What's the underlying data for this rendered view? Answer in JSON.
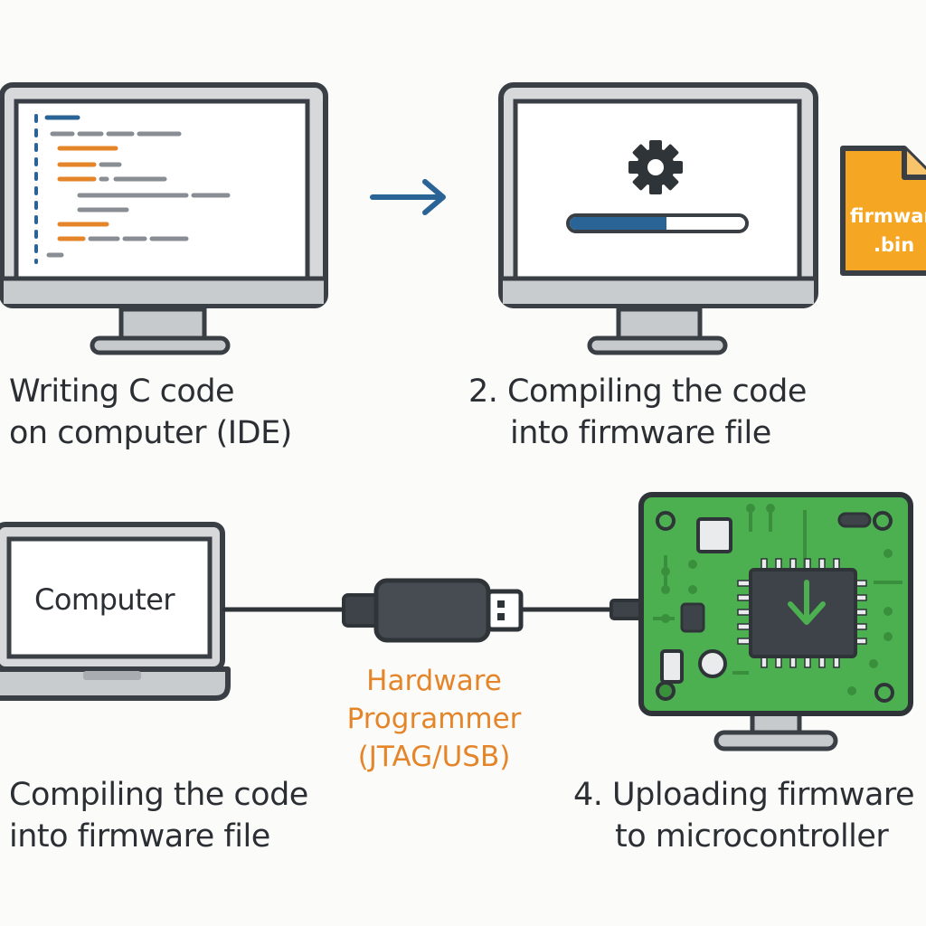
{
  "step1": {
    "caption_line1": "Writing C code",
    "caption_line2": "on computer (IDE)"
  },
  "step2": {
    "caption_line1": "2. Compiling the code",
    "caption_line2": "into firmware file",
    "progress_fraction": 0.55
  },
  "file": {
    "name_line1": "firmware",
    "name_line2": ".bin"
  },
  "step3": {
    "laptop_label": "Computer",
    "caption_line1": "Compiling the code",
    "caption_line2": "into firmware file"
  },
  "programmer": {
    "line1": "Hardware",
    "line2": "Programmer",
    "line3": "(JTAG/USB)"
  },
  "step4": {
    "caption_line1": "4. Uploading firmware",
    "caption_line2": "to microcontroller"
  },
  "colors": {
    "outline": "#3a3f45",
    "accent_blue": "#2a6496",
    "accent_orange": "#e5852a",
    "file_orange": "#f5a623",
    "board_green": "#4caf50",
    "chip_dark": "#3d4348"
  },
  "icons": [
    "monitor-icon",
    "gear-icon",
    "arrow-right-icon",
    "file-icon",
    "laptop-icon",
    "usb-programmer-icon",
    "circuit-board-icon",
    "download-arrow-icon"
  ]
}
